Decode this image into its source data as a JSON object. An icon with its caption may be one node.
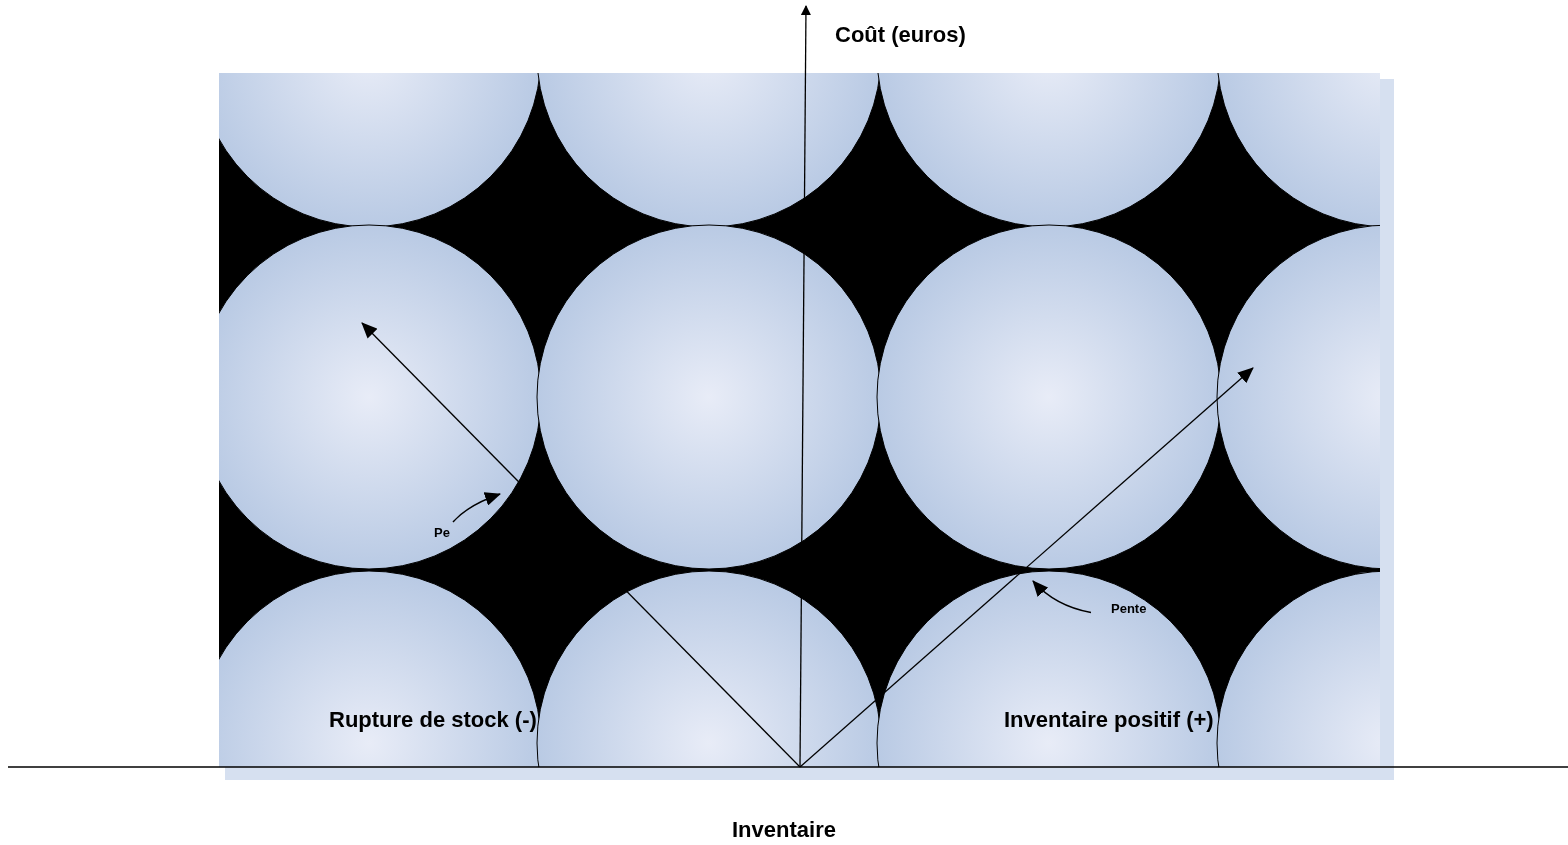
{
  "diagram": {
    "nodes": [
      {
        "text": [
          "Pe"
        ]
      },
      {
        "text": [
          "Pente"
        ]
      }
    ],
    "edges": [
      {
        "from": 0,
        "to": null,
        "arrow": "to"
      },
      {
        "from": 1,
        "to": null,
        "arrow": "to"
      }
    ],
    "labels": [
      "Coût (euros)",
      "Rupture de stock (-)",
      "Inventaire positif (+)",
      "Inventaire"
    ]
  }
}
